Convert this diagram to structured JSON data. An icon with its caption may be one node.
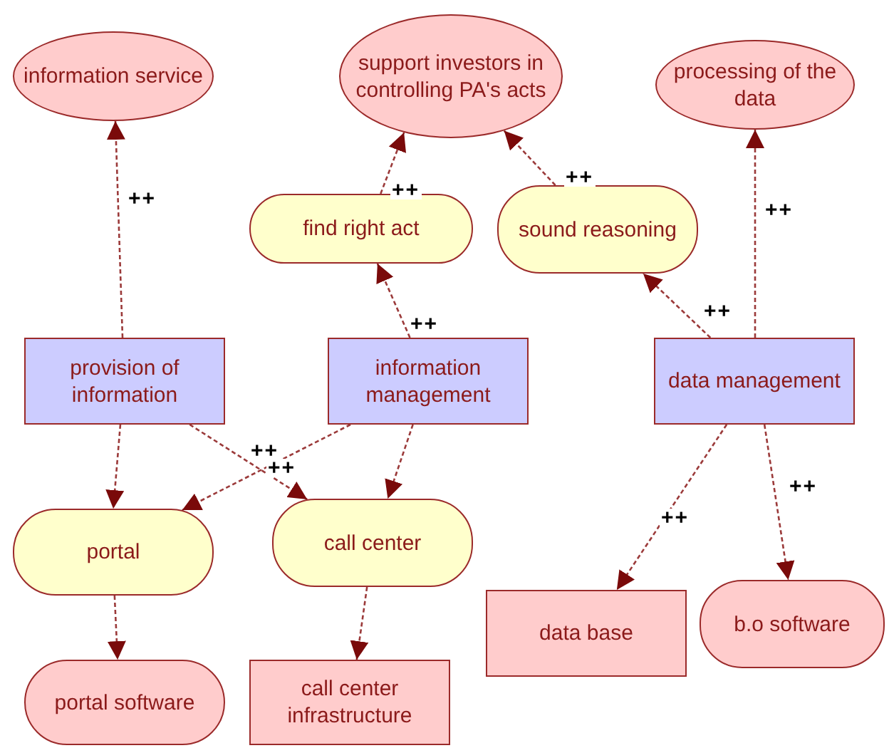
{
  "diagram": {
    "nodes": [
      {
        "text": [
          "information service"
        ]
      },
      {
        "text": [
          "support investors in controlling PA's acts"
        ]
      },
      {
        "text": [
          "processing of the data"
        ]
      },
      {
        "text": [
          "find right act"
        ]
      },
      {
        "text": [
          "sound reasoning"
        ]
      },
      {
        "text": [
          "provision of information"
        ]
      },
      {
        "text": [
          "information management"
        ]
      },
      {
        "text": [
          "data management"
        ]
      },
      {
        "text": [
          "portal"
        ]
      },
      {
        "text": [
          "call center"
        ]
      },
      {
        "text": [
          "data base"
        ]
      },
      {
        "text": [
          "b.o software"
        ]
      },
      {
        "text": [
          "portal software"
        ]
      },
      {
        "text": [
          "call center infrastructure"
        ]
      }
    ],
    "edges": [
      {
        "from": 5,
        "to": 0,
        "arrow": "to",
        "label": "++"
      },
      {
        "from": 3,
        "to": 1,
        "arrow": "to",
        "label": "++"
      },
      {
        "from": 4,
        "to": 1,
        "arrow": "to",
        "label": "++"
      },
      {
        "from": 7,
        "to": 2,
        "arrow": "to",
        "label": "++"
      },
      {
        "from": 6,
        "to": 3,
        "arrow": "to",
        "label": "++"
      },
      {
        "from": 7,
        "to": 4,
        "arrow": "to",
        "label": "++"
      },
      {
        "from": 5,
        "to": 8,
        "arrow": "to"
      },
      {
        "from": 5,
        "to": 9,
        "arrow": "to",
        "label": "++"
      },
      {
        "from": 6,
        "to": 8,
        "arrow": "to",
        "label": "++"
      },
      {
        "from": 6,
        "to": 9,
        "arrow": "to"
      },
      {
        "from": 7,
        "to": 10,
        "arrow": "to",
        "label": "++"
      },
      {
        "from": 7,
        "to": 11,
        "arrow": "to",
        "label": "++"
      },
      {
        "from": 8,
        "to": 12,
        "arrow": "to"
      },
      {
        "from": 9,
        "to": 13,
        "arrow": "to"
      }
    ]
  }
}
